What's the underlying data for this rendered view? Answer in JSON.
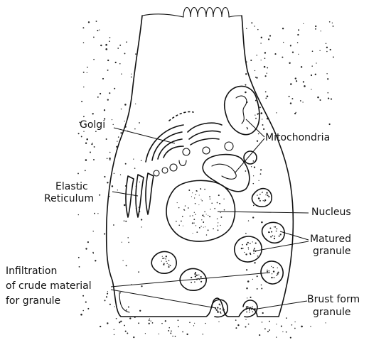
{
  "labels": {
    "golgi": "Golgi",
    "mitochondria": "Mitochondria",
    "elastic": "Elastic",
    "reticulum": "Reticulum",
    "nucleus": "Nucleus",
    "matured_1": "Matured",
    "matured_2": "granule",
    "infiltration_1": "Infiltration",
    "infiltration_2": "of crude material",
    "infiltration_3": "for granule",
    "brust_1": "Brust form",
    "brust_2": "granule"
  },
  "colors": {
    "ink": "#111111",
    "paper": "#ffffff"
  }
}
